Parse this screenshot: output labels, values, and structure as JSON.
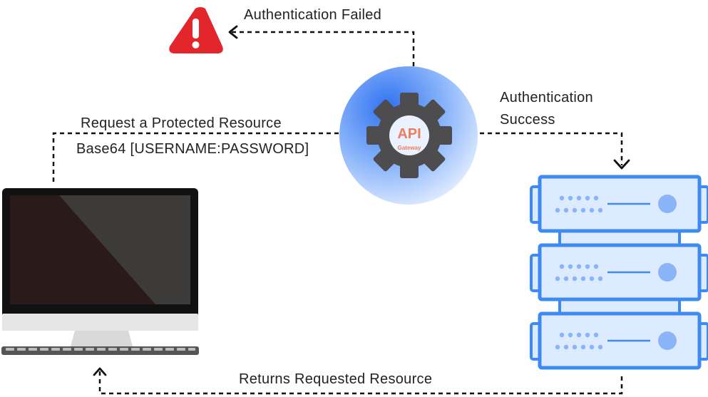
{
  "labels": {
    "auth_failed": "Authentication Failed",
    "auth_success_line1": "Authentication",
    "auth_success_line2": "Success",
    "request_line1": "Request a Protected Resource",
    "request_line2": "Base64 [USERNAME:PASSWORD]",
    "returns": "Returns Requested Resource"
  },
  "gateway": {
    "title": "API",
    "subtitle": "Gateway"
  },
  "icons": {
    "warning": "warning-icon",
    "gear": "gear-icon",
    "computer": "computer-icon",
    "server": "server-rack-icon"
  },
  "colors": {
    "warning_red": "#e2262b",
    "gear_gray": "#4d4d4f",
    "gateway_blue": "#4f8ef7",
    "server_blue": "#3d8bf2",
    "server_light": "#dcebff",
    "api_text": "#f07b5c",
    "arrow": "#111111"
  }
}
